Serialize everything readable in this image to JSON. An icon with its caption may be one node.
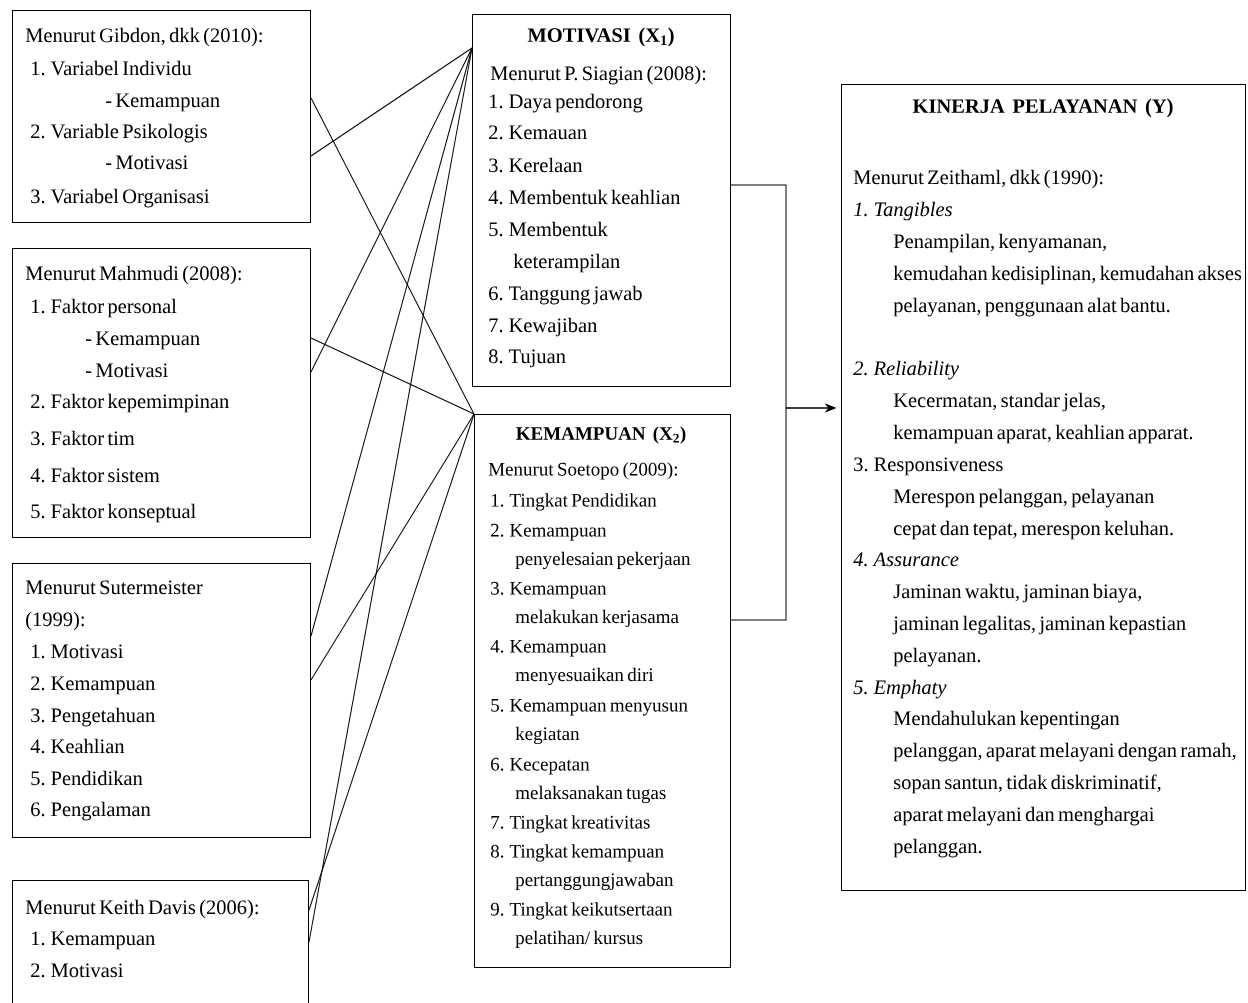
{
  "diagram": {
    "nodes": [
      {
        "text": [
          "Menurut Gibdon, dkk (2010):",
          "1. Variabel Individu",
          "- Kemampuan",
          "2. Variable Psikologis",
          "- Motivasi",
          "3. Variabel Organisasi"
        ]
      },
      {
        "text": [
          "Menurut Mahmudi (2008):",
          "1. Faktor personal",
          "- Kemampuan",
          "- Motivasi",
          "2. Faktor kepemimpinan",
          "3. Faktor tim",
          "4. Faktor sistem",
          "5. Faktor konseptual"
        ]
      },
      {
        "text": [
          "Menurut Sutermeister (1999):",
          "1. Motivasi",
          "2. Kemampuan",
          "3. Pengetahuan",
          "4. Keahlian",
          "5. Pendidikan",
          "6. Pengalaman"
        ]
      },
      {
        "text": [
          "Menurut Keith Davis (2006):",
          "1. Kemampuan",
          "2. Motivasi"
        ]
      },
      {
        "text": [
          "MOTIVASI (X$_{1}$)",
          "Menurut P. Siagian (2008):",
          "1. Daya pendorong",
          "2. Kemauan",
          "3. Kerelaan",
          "4. Membentuk keahlian",
          "5. Membentuk keterampilan",
          "6. Tanggung jawab",
          "7. Kewajiban",
          "8. Tujuan"
        ]
      },
      {
        "text": [
          "KEMAMPUAN (X$_{2}$)",
          "Menurut Soetopo (2009):",
          "1. Tingkat Pendidikan",
          "2. Kemampuan penyelesaian pekerjaan",
          "3. Kemampuan melakukan kerjasama",
          "4. Kemampuan menyesuaikan diri",
          "5. Kemampuan menyusun kegiatan",
          "6. Kecepatan melaksanakan tugas",
          "7. Tingkat kreativitas",
          "8. Tingkat kemampuan pertanggungjawaban",
          "9. Tingkat keikutsertaan pelatihan/ kursus"
        ]
      },
      {
        "text": [
          "KINERJA PELAYANAN (Y)",
          "Menurut Zeithaml, dkk (1990):",
          "*1. Tangibles*",
          "Penampilan, kenyamanan, kemudahan kedisiplinan, kemudahan akses pelayanan, penggunaan alat bantu.",
          "*2. Reliability*",
          "Kecermatan, standar jelas, kemampuan aparat, keahlian apparat.",
          "3. Responsiveness",
          "Merespon pelanggan, pelayanan cepat dan tepat, merespon keluhan.",
          "*4. Assurance*",
          "Jaminan waktu, jaminan biaya, jaminan legalitas, jaminan kepastian pelayanan.",
          "*5. Emphaty*",
          "Mendahulukan kepentingan pelanggan, aparat melayani dengan ramah, sopan santun, tidak diskriminatif, aparat melayani dan menghargai pelanggan."
        ]
      }
    ],
    "edges": [
      {
        "from": 0,
        "to": 5,
        "arrow": "none"
      },
      {
        "from": 0,
        "to": 4,
        "arrow": "none"
      },
      {
        "from": 1,
        "to": 5,
        "arrow": "none"
      },
      {
        "from": 1,
        "to": 4,
        "arrow": "none"
      },
      {
        "from": 2,
        "to": 4,
        "arrow": "none"
      },
      {
        "from": 2,
        "to": 5,
        "arrow": "none"
      },
      {
        "from": 3,
        "to": 5,
        "arrow": "none"
      },
      {
        "from": 3,
        "to": 4,
        "arrow": "none"
      },
      {
        "from": 4,
        "to": 6,
        "arrow": "to"
      },
      {
        "from": 5,
        "to": 6,
        "arrow": "to"
      }
    ]
  }
}
